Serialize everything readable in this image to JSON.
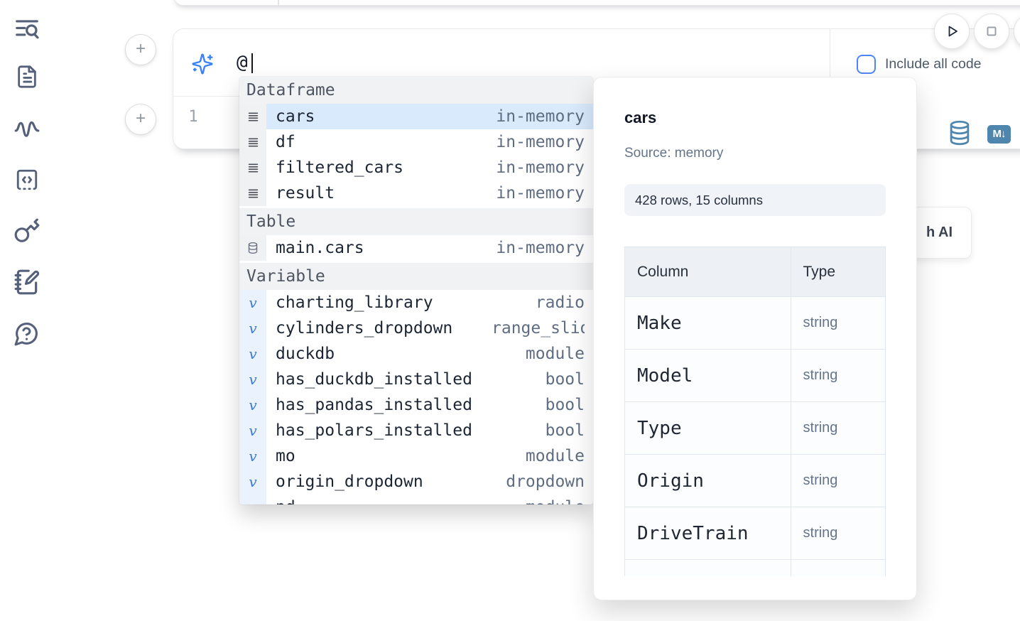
{
  "colors": {
    "accent_blue": "#3b82f6",
    "selection_blue": "#d8eafc",
    "steel_blue_icons": "#4e86ae",
    "sidebar_icon": "#55617b",
    "muted_text": "#5f6d82"
  },
  "sidebar": {
    "icons": [
      "table-of-contents-search",
      "documentation",
      "tracing",
      "snippets",
      "secrets",
      "scratchpad",
      "chat-help"
    ]
  },
  "cell": {
    "add_button_label": "+",
    "ai_input": {
      "value": "@"
    },
    "include_all_code_label": "Include all code",
    "line_number": "1",
    "markdown_badge": "M↓"
  },
  "ai_button": {
    "label_fragment": "h AI"
  },
  "autocomplete": {
    "sections": [
      {
        "label": "Dataframe",
        "items": [
          {
            "name": "cars",
            "type": "in-memory",
            "selected": true
          },
          {
            "name": "df",
            "type": "in-memory"
          },
          {
            "name": "filtered_cars",
            "type": "in-memory"
          },
          {
            "name": "result",
            "type": "in-memory"
          }
        ]
      },
      {
        "label": "Table",
        "items": [
          {
            "name": "main.cars",
            "type": "in-memory"
          }
        ]
      },
      {
        "label": "Variable",
        "items": [
          {
            "name": "charting_library",
            "type": "radio"
          },
          {
            "name": "cylinders_dropdown",
            "type": "range_slider"
          },
          {
            "name": "duckdb",
            "type": "module"
          },
          {
            "name": "has_duckdb_installed",
            "type": "bool"
          },
          {
            "name": "has_pandas_installed",
            "type": "bool"
          },
          {
            "name": "has_polars_installed",
            "type": "bool"
          },
          {
            "name": "mo",
            "type": "module"
          },
          {
            "name": "origin_dropdown",
            "type": "dropdown"
          },
          {
            "name": "pd",
            "type": "module"
          }
        ]
      }
    ],
    "variable_glyph": "v"
  },
  "preview": {
    "title": "cars",
    "source": "Source: memory",
    "shape": "428 rows, 15 columns",
    "table": {
      "headers": [
        "Column",
        "Type"
      ],
      "rows": [
        [
          "Make",
          "string"
        ],
        [
          "Model",
          "string"
        ],
        [
          "Type",
          "string"
        ],
        [
          "Origin",
          "string"
        ],
        [
          "DriveTrain",
          "string"
        ]
      ]
    }
  }
}
